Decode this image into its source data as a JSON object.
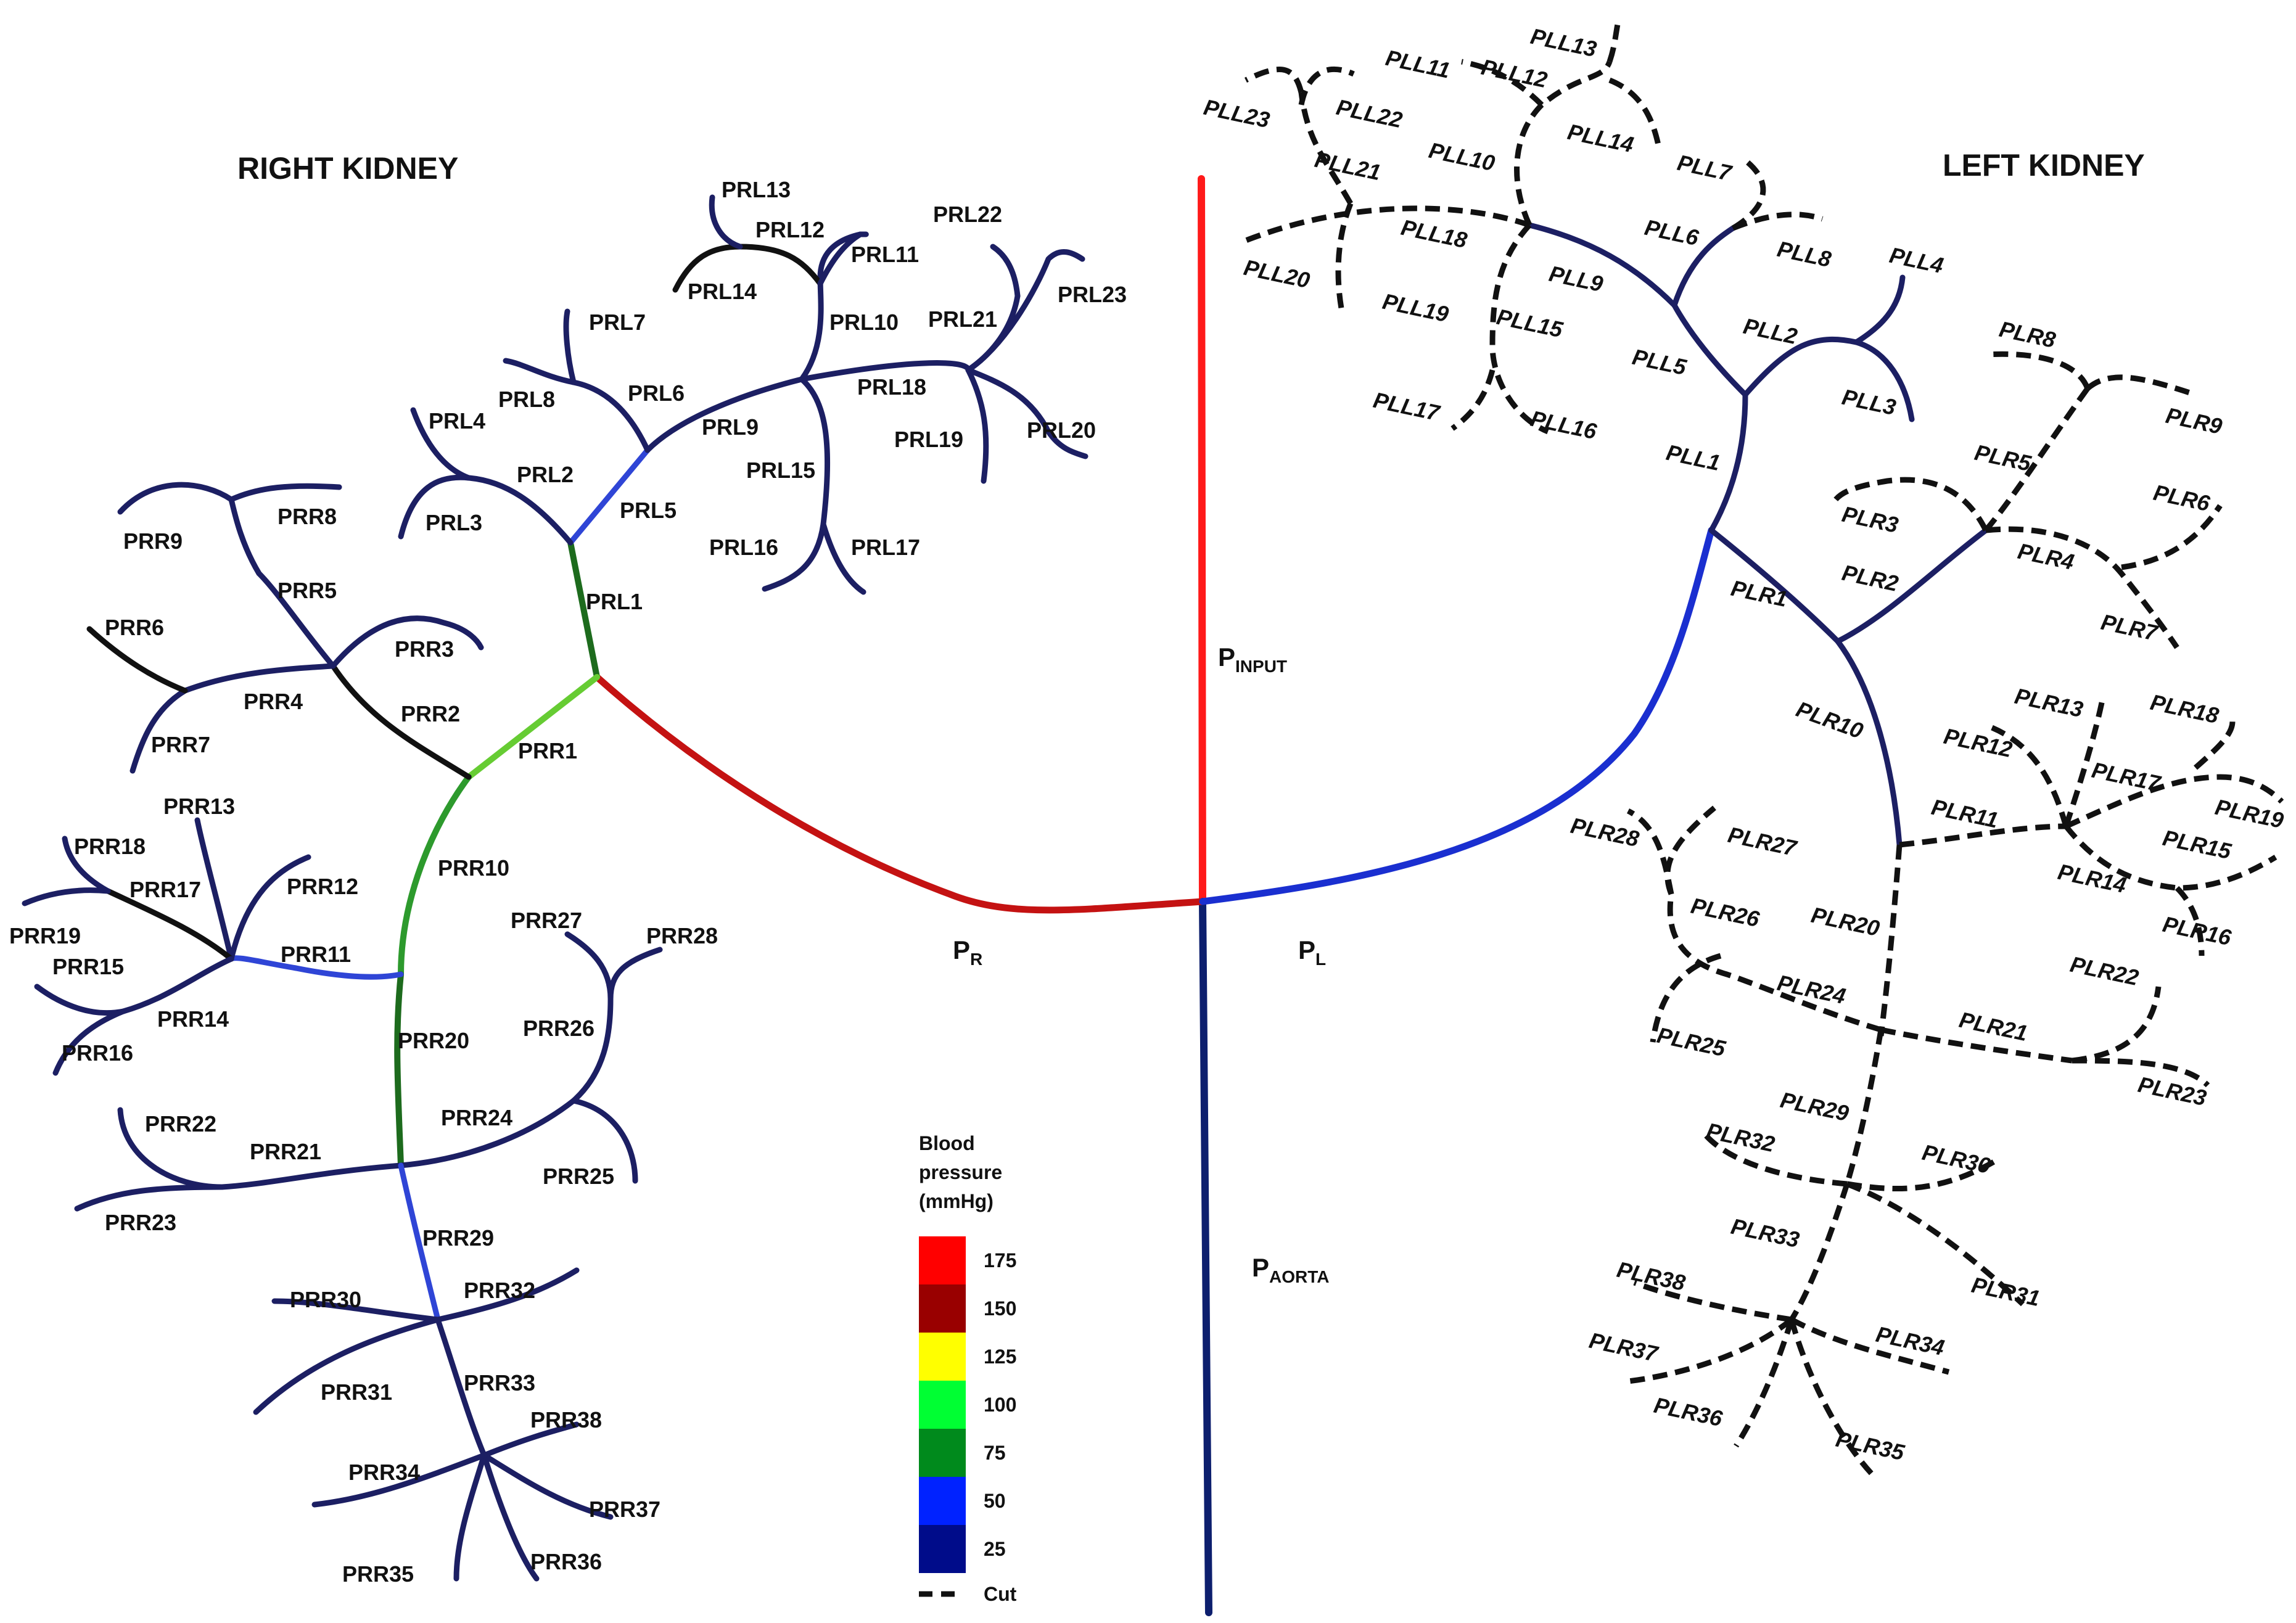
{
  "titles": {
    "right": "RIGHT KIDNEY",
    "left": "LEFT KIDNEY"
  },
  "pressure_labels": {
    "input": {
      "main": "P",
      "sub": "INPUT"
    },
    "right": {
      "main": "P",
      "sub": "R"
    },
    "left": {
      "main": "P",
      "sub": "L"
    },
    "aorta": {
      "main": "P",
      "sub": "AORTA"
    }
  },
  "legend": {
    "title_lines": [
      "Blood",
      "pressure",
      "(mmHg)"
    ],
    "items": [
      {
        "label": "175",
        "color": "#ff0000"
      },
      {
        "label": "150",
        "color": "#990000"
      },
      {
        "label": "125",
        "color": "#ffff00"
      },
      {
        "label": "100",
        "color": "#00ff33"
      },
      {
        "label": "75",
        "color": "#008a1c"
      },
      {
        "label": "50",
        "color": "#0022ff"
      },
      {
        "label": "25",
        "color": "#000c8a"
      }
    ],
    "cut_label": "Cut"
  },
  "colors": {
    "input": "#ff1a1a",
    "trunk_right": "#c41212",
    "aorta": "#0d1f6e",
    "left_trunk": "#1a2fd0",
    "navy": "#1c1f63",
    "black": "#111111",
    "green_light": "#66cc33",
    "green": "#2d9a2d",
    "green_dark": "#1d6b1d",
    "blue": "#2f45d6",
    "cut": "#111111"
  },
  "right_labels": [
    "PRL1",
    "PRL2",
    "PRL3",
    "PRL4",
    "PRL5",
    "PRL6",
    "PRL7",
    "PRL8",
    "PRL9",
    "PRL10",
    "PRL11",
    "PRL12",
    "PRL13",
    "PRL14",
    "PRL15",
    "PRL16",
    "PRL17",
    "PRL18",
    "PRL19",
    "PRL20",
    "PRL21",
    "PRL22",
    "PRL23",
    "PRR1",
    "PRR2",
    "PRR3",
    "PRR4",
    "PRR5",
    "PRR6",
    "PRR7",
    "PRR8",
    "PRR9",
    "PRR10",
    "PRR11",
    "PRR12",
    "PRR13",
    "PRR14",
    "PRR15",
    "PRR16",
    "PRR17",
    "PRR18",
    "PRR19",
    "PRR20",
    "PRR21",
    "PRR22",
    "PRR23",
    "PRR24",
    "PRR25",
    "PRR26",
    "PRR27",
    "PRR28",
    "PRR29",
    "PRR30",
    "PRR31",
    "PRR32",
    "PRR33",
    "PRR34",
    "PRR35",
    "PRR36",
    "PRR37",
    "PRR38"
  ],
  "left_labels": [
    "PLL1",
    "PLL2",
    "PLL3",
    "PLL4",
    "PLL5",
    "PLL6",
    "PLL7",
    "PLL8",
    "PLL9",
    "PLL10",
    "PLL11",
    "PLL12",
    "PLL13",
    "PLL14",
    "PLL15",
    "PLL16",
    "PLL17",
    "PLL18",
    "PLL19",
    "PLL20",
    "PLL21",
    "PLL22",
    "PLL23",
    "PLR1",
    "PLR2",
    "PLR3",
    "PLR4",
    "PLR5",
    "PLR6",
    "PLR7",
    "PLR8",
    "PLR9",
    "PLR10",
    "PLR11",
    "PLR12",
    "PLR13",
    "PLR14",
    "PLR15",
    "PLR16",
    "PLR17",
    "PLR18",
    "PLR19",
    "PLR20",
    "PLR21",
    "PLR22",
    "PLR23",
    "PLR24",
    "PLR25",
    "PLR26",
    "PLR27",
    "PLR28",
    "PLR29",
    "PLR30",
    "PLR31",
    "PLR32",
    "PLR33",
    "PLR34",
    "PLR35",
    "PLR36",
    "PLR37",
    "PLR38"
  ]
}
